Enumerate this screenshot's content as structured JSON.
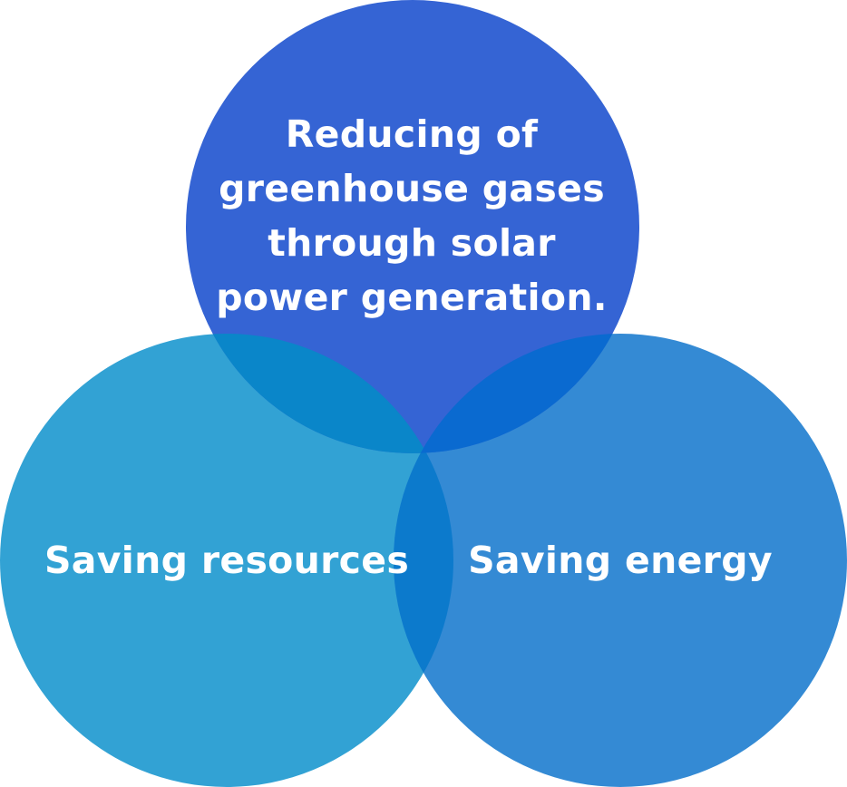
{
  "diagram": {
    "circles": [
      {
        "id": "top",
        "label_lines": [
          "Reducing of",
          "greenhouse gases",
          "through solar",
          "power generation."
        ],
        "color": "#3564d4"
      },
      {
        "id": "left",
        "label": "Saving resources",
        "color": "#32a2d4"
      },
      {
        "id": "right",
        "label": "Saving energy",
        "color": "#348ad4"
      }
    ],
    "overlap_colors": {
      "top_left": "#0a86c9",
      "top_right": "#0a6ad0",
      "left_right": "#0c7acc"
    }
  }
}
